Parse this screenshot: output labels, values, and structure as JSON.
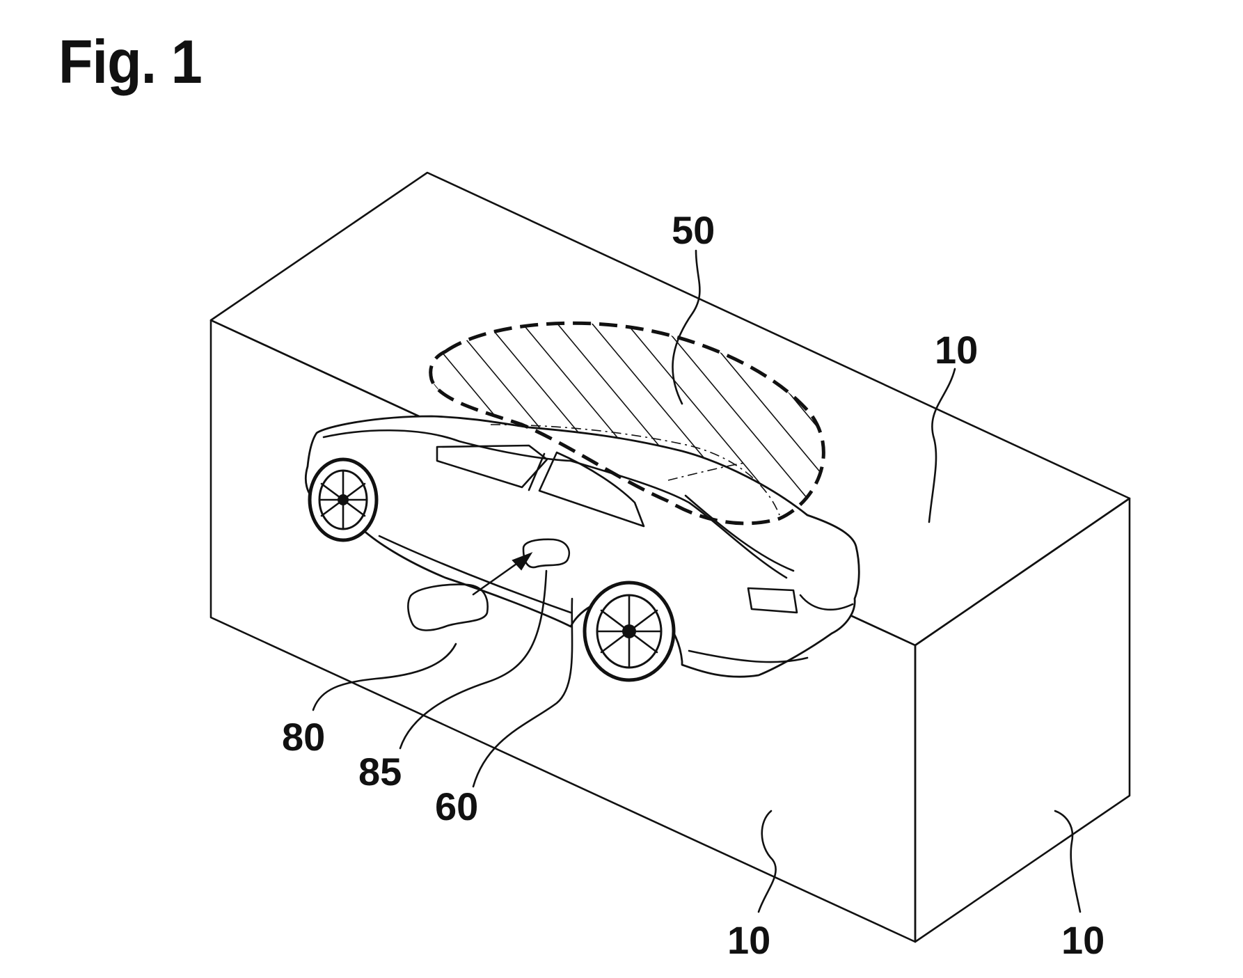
{
  "figure": {
    "title": "Fig. 1"
  },
  "labels": {
    "zone_50": "50",
    "box_10_top": "10",
    "box_10_front": "10",
    "box_10_side": "10",
    "ref_80": "80",
    "ref_85": "85",
    "ref_60": "60"
  },
  "colors": {
    "ink": "#111111",
    "background": "#ffffff"
  }
}
